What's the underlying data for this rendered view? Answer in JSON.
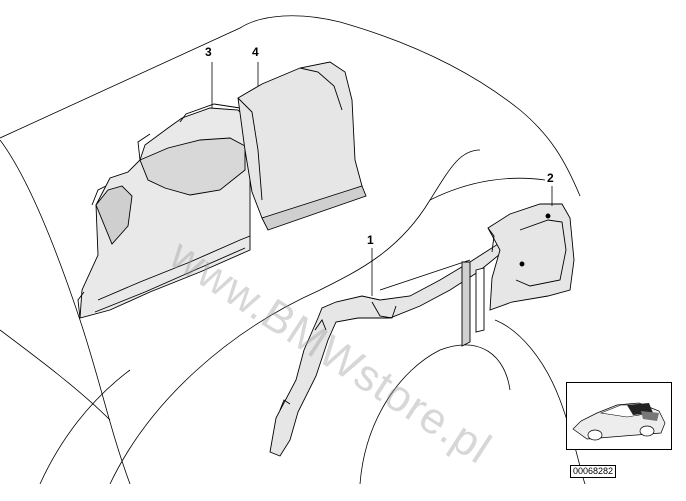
{
  "callouts": {
    "c1": "1",
    "c2": "2",
    "c3": "3",
    "c4": "4"
  },
  "watermark": "www.BMWstore.pl",
  "diagram_code": "00068282",
  "colors": {
    "line": "#000000",
    "panel_fill": "#e9e9e9",
    "panel_shade": "#cfcfcf",
    "watermark": "#969696"
  }
}
